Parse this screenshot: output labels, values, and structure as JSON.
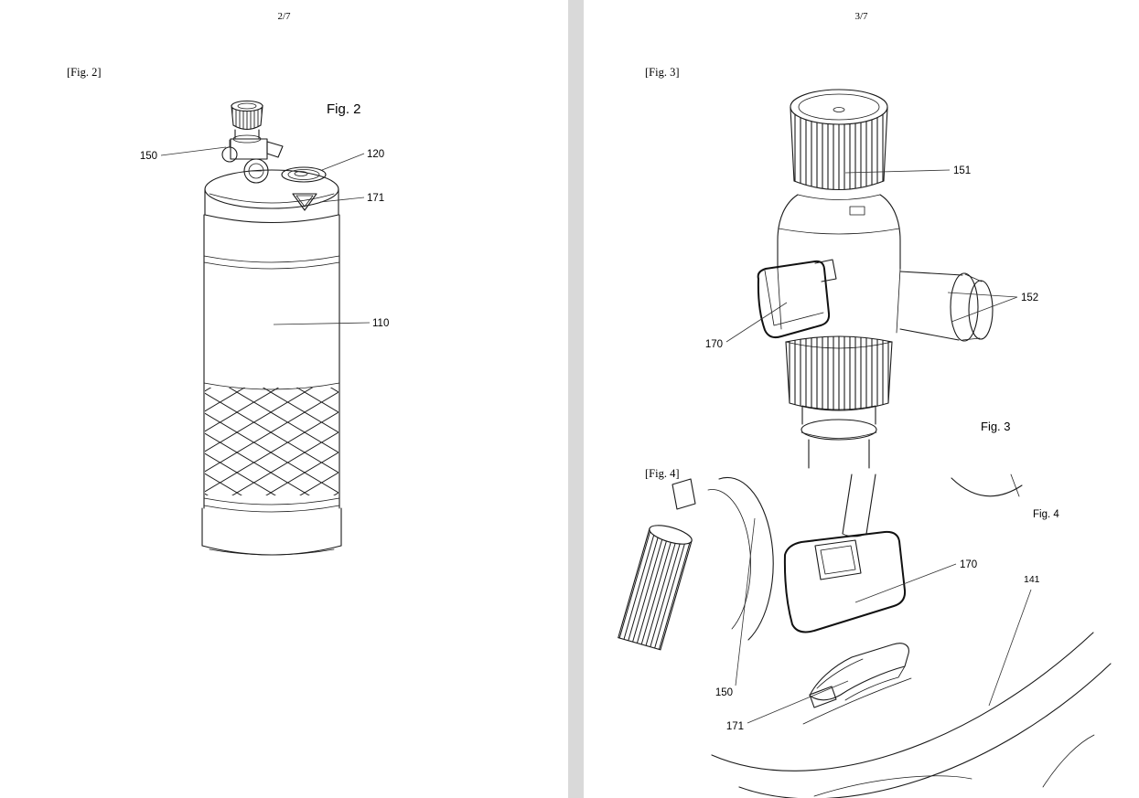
{
  "doc": {
    "left_page": {
      "page_number": "2/7",
      "bracket_label": "[Fig. 2]",
      "caption": "Fig. 2",
      "refs": {
        "r150": "150",
        "r120": "120",
        "r171": "171",
        "r110": "110"
      }
    },
    "right_page": {
      "page_number": "3/7",
      "fig3": {
        "bracket_label": "[Fig. 3]",
        "caption": "Fig. 3",
        "refs": {
          "r151": "151",
          "r152": "152",
          "r170": "170"
        }
      },
      "fig4": {
        "bracket_label": "[Fig. 4]",
        "caption": "Fig. 4",
        "refs": {
          "r170": "170",
          "r141": "141",
          "r150": "150",
          "r171": "171"
        }
      }
    },
    "colors": {
      "line": "#1a1a1a",
      "gutter": "#d9d9d9",
      "paper": "#ffffff"
    }
  }
}
